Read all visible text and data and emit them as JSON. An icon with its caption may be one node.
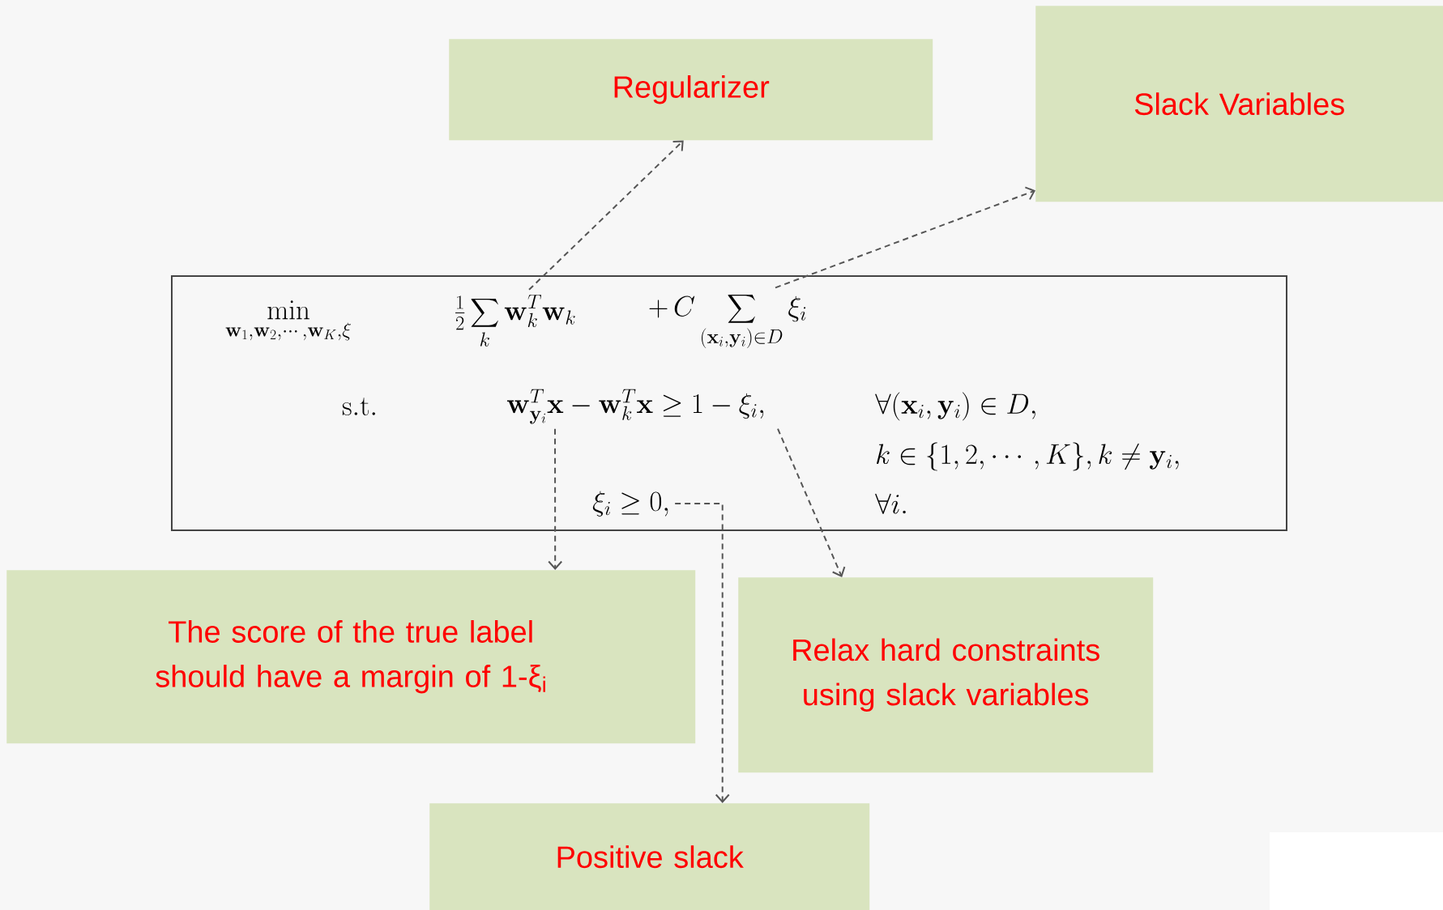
{
  "diagram": {
    "nodes": [
      {
        "text": [],
        "shape": "box"
      },
      {
        "text": [
          "\\min_{\\mathbf{w}_1,\\mathbf{w}_2,\\cdots,\\mathbf{w}_K,\\xi}"
        ],
        "in": 0
      },
      {
        "text": [
          "\\tfrac{1}{2}\\sum_k \\mathbf{w}_k^T\\mathbf{w}_k"
        ],
        "in": 0
      },
      {
        "text": [
          "+\\, C \\sum_{(\\mathbf{x}_i,\\mathbf{y}_i)\\in D}\\xi_i"
        ],
        "in": 0
      },
      {
        "text": [
          "\\mathrm{s.t.}"
        ],
        "in": 0
      },
      {
        "text": [
          "\\mathbf{w}_{\\mathbf{y}_i}^T\\mathbf{x}-\\mathbf{w}_k^T\\mathbf{x}\\geq 1-\\xi_i,"
        ],
        "in": 0
      },
      {
        "text": [
          "\\forall(\\mathbf{x}_i,\\mathbf{y}_i)\\in D,"
        ],
        "in": 0
      },
      {
        "text": [
          "k\\in\\{1,2,\\cdots,K\\},k\\neq\\mathbf{y}_i,"
        ],
        "in": 0
      },
      {
        "text": [
          "\\xi_i\\geq 0,"
        ],
        "in": 0
      },
      {
        "text": [
          "\\forall i."
        ],
        "in": 0
      },
      {
        "text": [
          "Regularizer"
        ]
      },
      {
        "text": [
          "Slack Variables"
        ]
      },
      {
        "text": [
          "The score of the true label should have a margin of 1-ξ$_{i}$"
        ]
      },
      {
        "text": [
          "Relax hard constraints using slack variables"
        ]
      },
      {
        "text": [
          "Positive slack"
        ]
      }
    ],
    "edges": [
      {
        "from": 2,
        "to": 10,
        "arrow": "to",
        "style": "dashed"
      },
      {
        "from": 3,
        "to": 11,
        "arrow": "to",
        "style": "dashed"
      },
      {
        "from": 5,
        "to": 12,
        "arrow": "to",
        "style": "dashed"
      },
      {
        "from": 5,
        "to": 13,
        "arrow": "to",
        "style": "dashed"
      },
      {
        "from": 8,
        "to": 14,
        "arrow": "to",
        "style": "dashed"
      }
    ]
  }
}
